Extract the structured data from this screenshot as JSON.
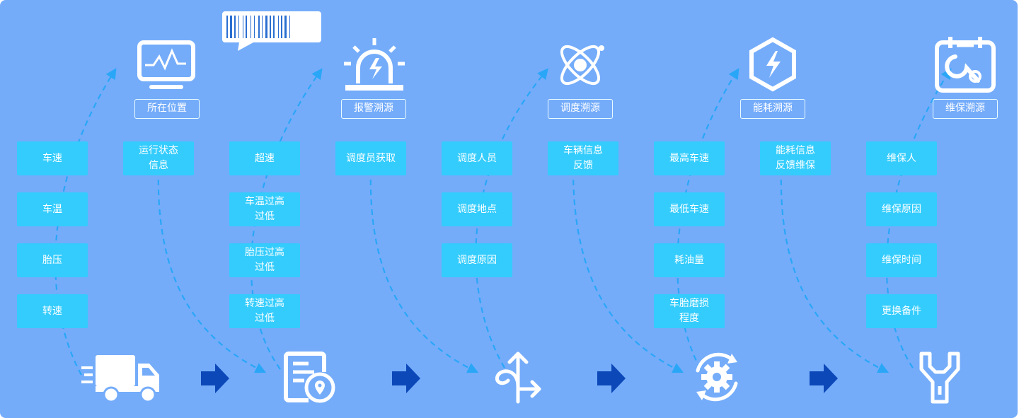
{
  "stages": [
    {
      "label": "所在位置",
      "icon": "monitor-icon",
      "data_boxes": [
        "车速",
        "车温",
        "胎压",
        "转速"
      ],
      "flow_boxes": [
        "运行状态\n信息"
      ]
    },
    {
      "label": "报警溯源",
      "icon": "alarm-light-icon",
      "data_boxes": [
        "超速",
        "车温过高\n过低",
        "胎压过高\n过低",
        "转速过高\n过低"
      ],
      "flow_boxes": [
        "调度员获取"
      ]
    },
    {
      "label": "调度溯源",
      "icon": "atom-icon",
      "data_boxes": [
        "调度人员",
        "调度地点",
        "调度原因"
      ],
      "flow_boxes": [
        "车辆信息\n反馈"
      ]
    },
    {
      "label": "能耗溯源",
      "icon": "energy-hexagon-icon",
      "data_boxes": [
        "最高车速",
        "最低车速",
        "耗油量",
        "车胎磨损\n程度"
      ],
      "flow_boxes": [
        "能耗信息\n反馈维保"
      ]
    },
    {
      "label": "维保溯源",
      "icon": "wrench-calendar-icon",
      "data_boxes": [
        "维保人",
        "维保原因",
        "维保时间",
        "更换备件"
      ],
      "flow_boxes": []
    }
  ],
  "bottom_icons": [
    "truck-icon",
    "document-location-icon",
    "route-arrows-icon",
    "gear-cycle-icon",
    "wrench-icon"
  ],
  "colors": {
    "background": "#74acfa",
    "box": "#33ccfd",
    "dash": "#2aa6f7",
    "arrow": "#0c48b8"
  }
}
